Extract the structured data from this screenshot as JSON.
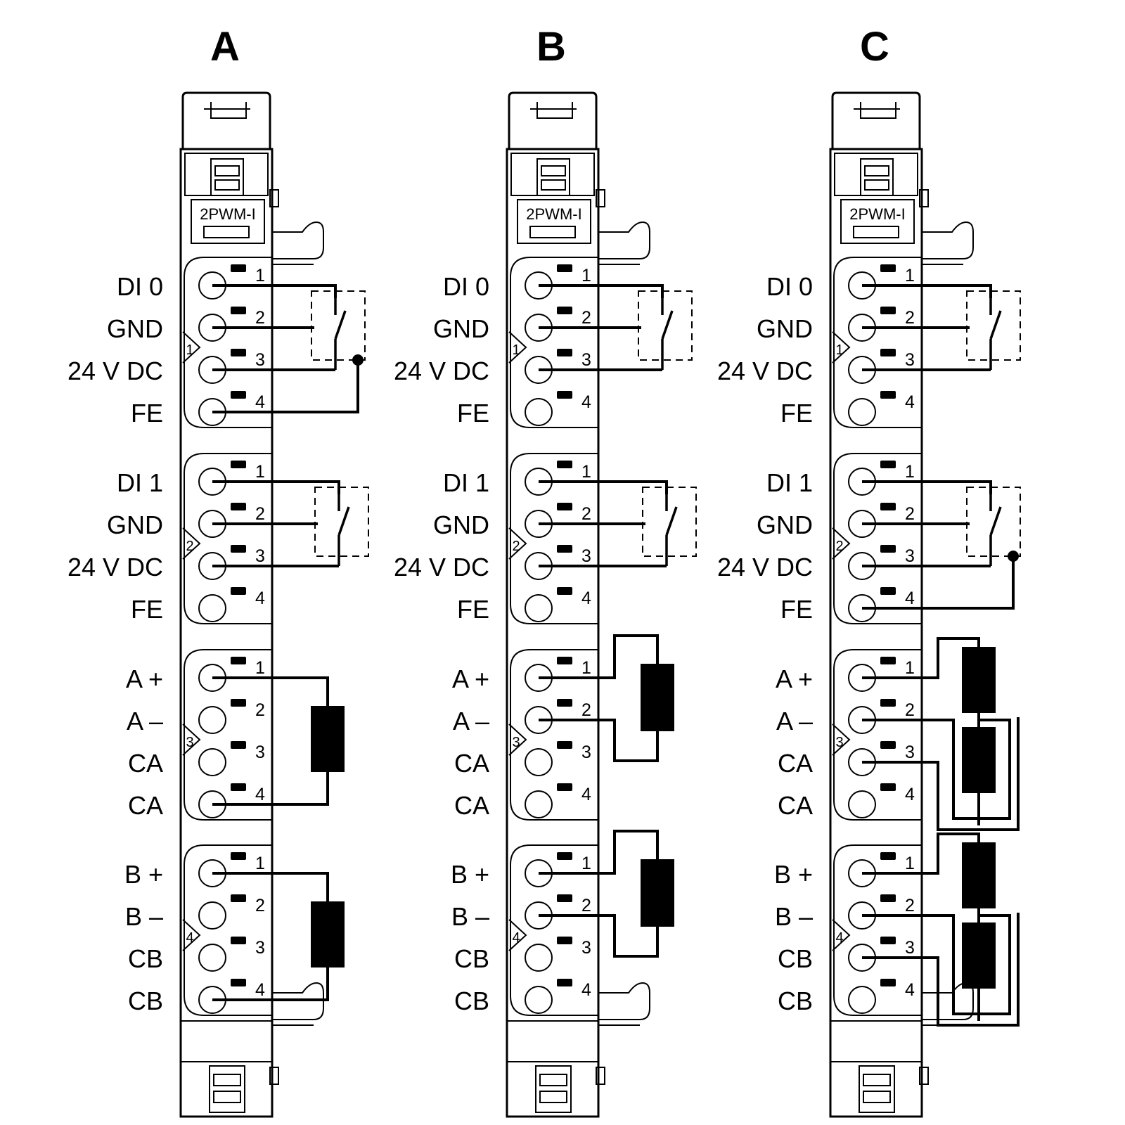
{
  "diagrams": [
    {
      "title": "A",
      "module_label": "2PWM-I"
    },
    {
      "title": "B",
      "module_label": "2PWM-I"
    },
    {
      "title": "C",
      "module_label": "2PWM-I"
    }
  ],
  "groups": [
    {
      "number": "1",
      "signals": [
        "DI 0",
        "GND",
        "24 V DC",
        "FE"
      ]
    },
    {
      "number": "2",
      "signals": [
        "DI 1",
        "GND",
        "24 V DC",
        "FE"
      ]
    },
    {
      "number": "3",
      "signals": [
        "A +",
        "A –",
        "CA",
        "CA"
      ]
    },
    {
      "number": "4",
      "signals": [
        "B +",
        "B –",
        "CB",
        "CB"
      ]
    }
  ],
  "pin_numbers": [
    "1",
    "2",
    "3",
    "4"
  ],
  "colors": {
    "line": "#000000",
    "background": "#ffffff"
  }
}
